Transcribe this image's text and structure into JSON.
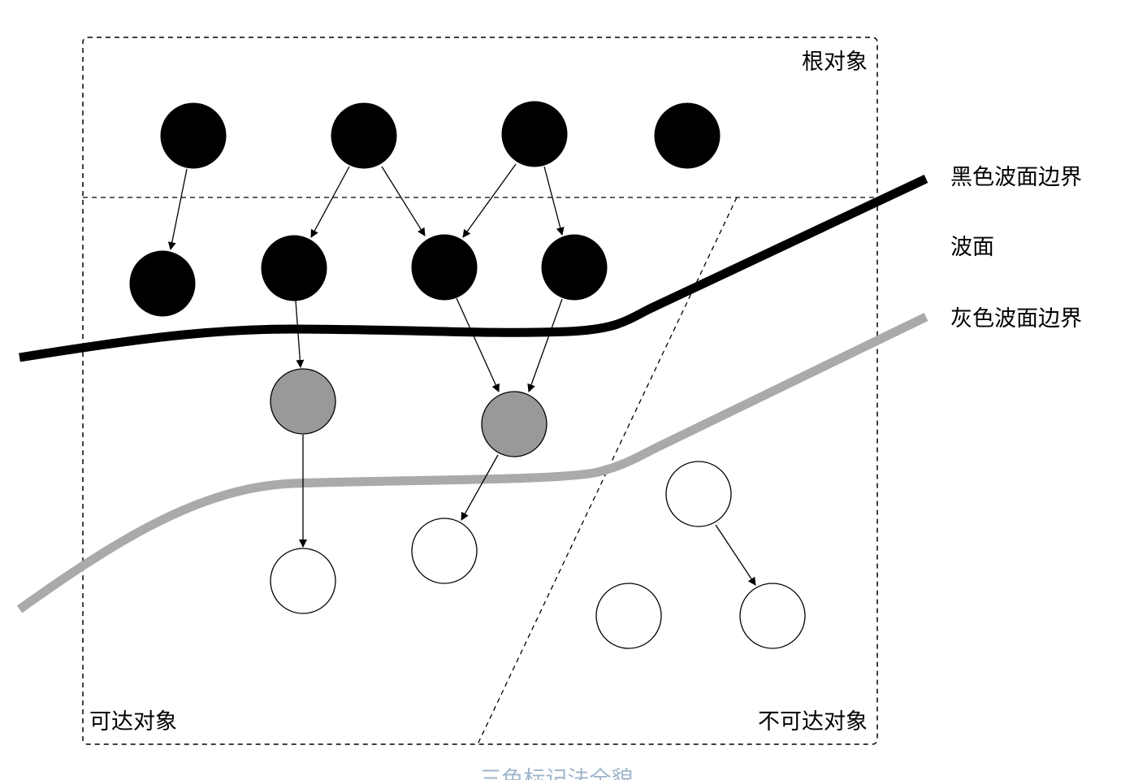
{
  "labels": {
    "root_objects": "根对象",
    "reachable_objects": "可达对象",
    "unreachable_objects": "不可达对象"
  },
  "legend": {
    "black_wavefront_boundary": "黑色波面边界",
    "wavefront": "波面",
    "gray_wavefront_boundary": "灰色波面边界"
  },
  "caption": "三色标记法全貌",
  "colors": {
    "black_node": "#000000",
    "gray_node": "#999999",
    "white_node": "#ffffff",
    "black_wave": "#000000",
    "gray_wave": "#aaaaaa",
    "caption": "#9fb6cc"
  }
}
